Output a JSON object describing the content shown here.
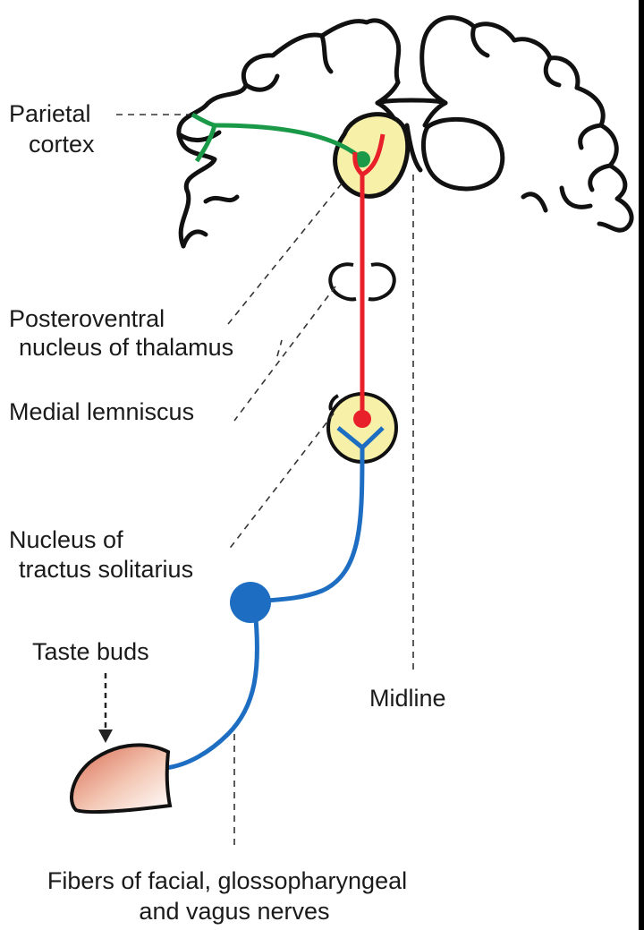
{
  "labels": {
    "parietal_cortex": [
      "Parietal",
      "cortex"
    ],
    "posteroventral_nucleus": [
      "Posteroventral",
      "nucleus of thalamus"
    ],
    "medial_lemniscus": "Medial lemniscus",
    "nucleus_tractus_solitarius": [
      "Nucleus of",
      "tractus solitarius"
    ],
    "taste_buds": "Taste buds",
    "midline": "Midline",
    "fibers": [
      "Fibers of facial, glossopharyngeal",
      "and vagus nerves"
    ]
  },
  "colors": {
    "cortical_pathway": "#1a9a48",
    "lemniscal_pathway": "#e8202a",
    "peripheral_pathway": "#1d6ec2",
    "nucleus_fill": "#f7f0a8",
    "outline": "#111111",
    "taste_bud_tip": "#d96a50"
  }
}
